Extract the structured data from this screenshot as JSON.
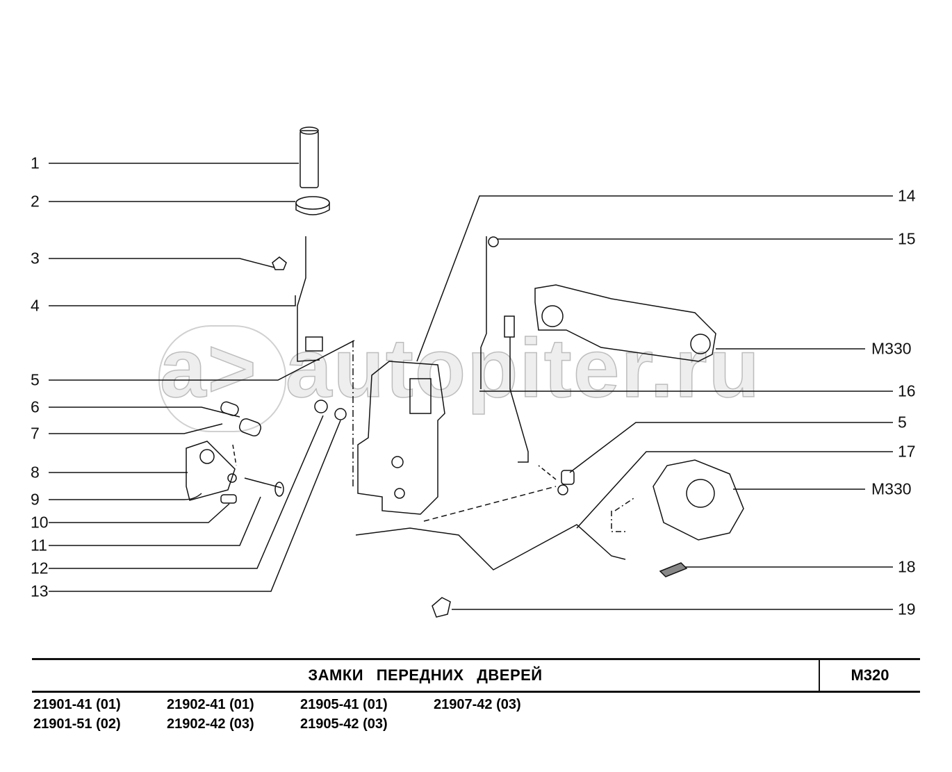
{
  "watermark": {
    "logo": "a>",
    "text": "autopiter.ru"
  },
  "callouts_left": [
    "1",
    "2",
    "3",
    "4",
    "5",
    "6",
    "7",
    "8",
    "9",
    "10",
    "11",
    "12",
    "13"
  ],
  "callouts_right": [
    "14",
    "15",
    "M330",
    "16",
    "5",
    "17",
    "M330",
    "18",
    "19"
  ],
  "footer": {
    "title": "ЗАМКИ ПЕРЕДНИХ ДВЕРЕЙ",
    "code": "M320",
    "models": [
      "21901-41 (01)",
      "21902-41 (01)",
      "21905-41 (01)",
      "21907-42 (03)",
      "21901-51 (02)",
      "21902-42 (03)",
      "21905-42 (03)"
    ]
  }
}
